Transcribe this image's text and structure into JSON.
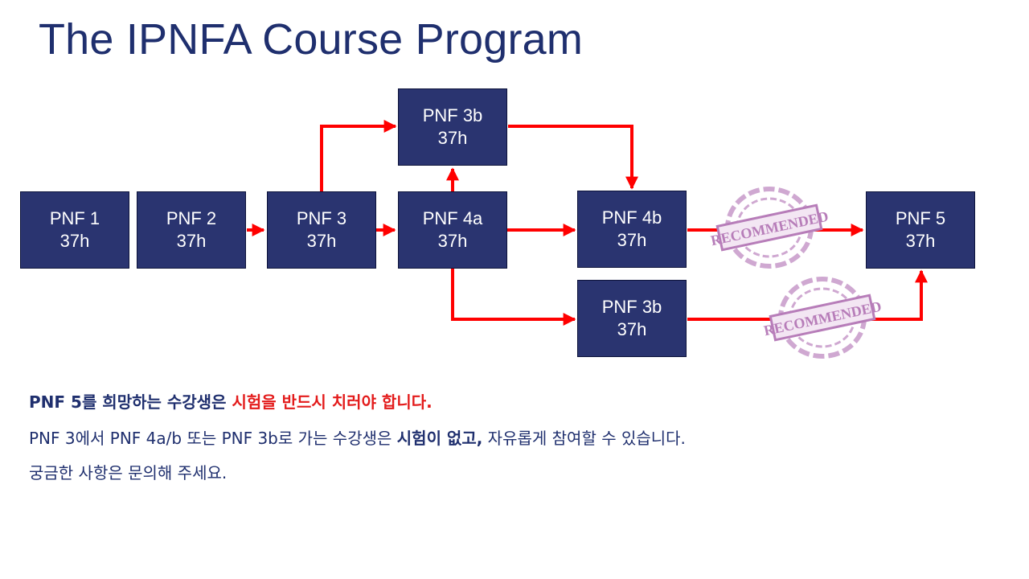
{
  "title": "The IPNFA Course Program",
  "nodes": {
    "pnf1": {
      "name": "PNF 1",
      "hours": "37h"
    },
    "pnf2": {
      "name": "PNF 2",
      "hours": "37h"
    },
    "pnf3": {
      "name": "PNF 3",
      "hours": "37h"
    },
    "pnf3b_top": {
      "name": "PNF 3b",
      "hours": "37h"
    },
    "pnf4a": {
      "name": "PNF 4a",
      "hours": "37h"
    },
    "pnf4b": {
      "name": "PNF 4b",
      "hours": "37h"
    },
    "pnf3b_bottom": {
      "name": "PNF 3b",
      "hours": "37h"
    },
    "pnf5": {
      "name": "PNF 5",
      "hours": "37h"
    }
  },
  "stamps": {
    "label": "RECOMMENDED"
  },
  "notes": {
    "line1_part1": "PNF 5를 희망하는 수강생은 ",
    "line1_part2": "시험을 반드시 치러야 합니다.",
    "line2_part1": "PNF 3에서 PNF 4a/b 또는 PNF 3b로 가는 수강생은 ",
    "line2_part2": "시험이 없고,",
    "line2_part3": " 자유롭게 참여할 수 있습니다.",
    "line3": "궁금한 사항은 문의해 주세요."
  },
  "colors": {
    "box": "#2a3470",
    "arrow": "#ff0000",
    "title": "#1f2f6e",
    "stamp": "#c79ac9",
    "emphasis": "#e31b1b"
  }
}
